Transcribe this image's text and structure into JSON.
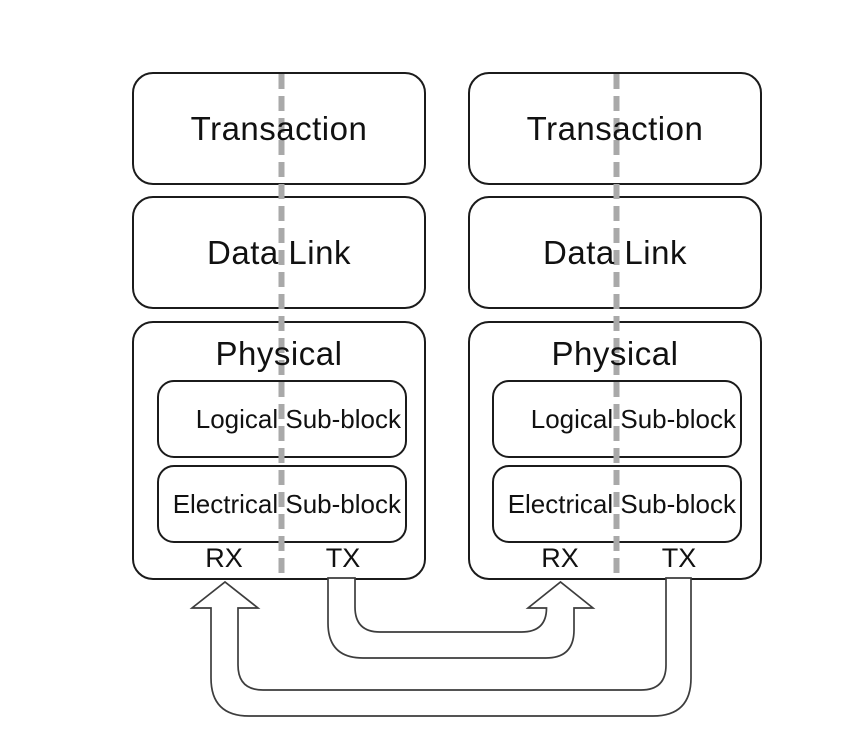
{
  "colors": {
    "background": "#ffffff",
    "box_border": "#1b1b1b",
    "arrow_stroke": "#3d3d3d",
    "dashed_line": "#a9a9a9",
    "text_color": "#111111"
  },
  "stacks": [
    {
      "side": "left",
      "transaction": "Transaction",
      "data_link": "Data Link",
      "physical": "Physical",
      "logical_subblock": "Logical Sub-block",
      "electrical_subblock": "Electrical Sub-block",
      "rx_label": "RX",
      "tx_label": "TX"
    },
    {
      "side": "right",
      "transaction": "Transaction",
      "data_link": "Data Link",
      "physical": "Physical",
      "logical_subblock": "Logical Sub-block",
      "electrical_subblock": "Electrical Sub-block",
      "rx_label": "RX",
      "tx_label": "TX"
    }
  ],
  "arrows": [
    {
      "name": "left-tx-to-right-rx",
      "from": "TX",
      "to": "RX"
    },
    {
      "name": "right-tx-to-left-rx",
      "from": "TX",
      "to": "RX"
    }
  ]
}
